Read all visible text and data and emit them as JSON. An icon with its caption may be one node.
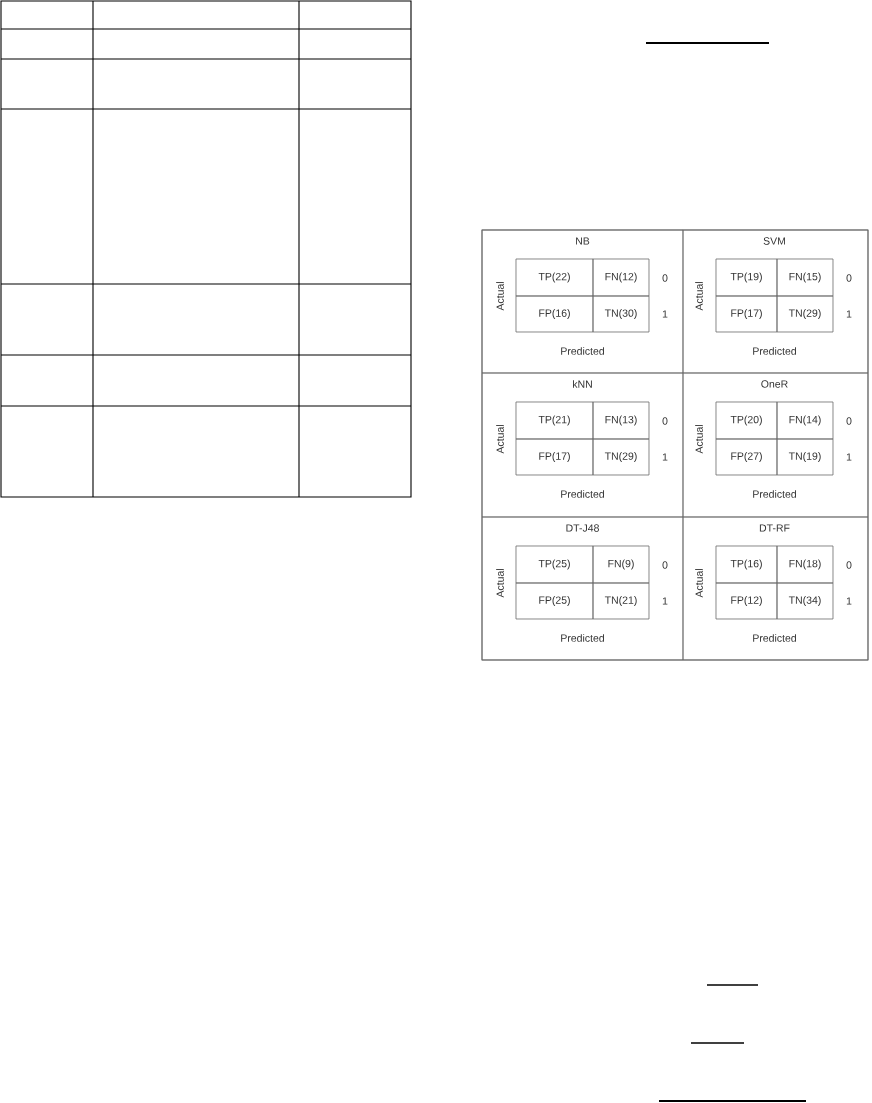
{
  "diagram": {
    "nodes": [
      {
        "text": [
          "NB",
          "Actual",
          "0",
          "1",
          "Predicted"
        ]
      },
      {
        "text": [
          "TP(22)"
        ],
        "in": 0
      },
      {
        "text": [
          "FN(12)"
        ],
        "in": 0
      },
      {
        "text": [
          "FP(16)"
        ],
        "in": 0
      },
      {
        "text": [
          "TN(30)"
        ],
        "in": 0
      },
      {
        "text": [
          "SVM",
          "Actual",
          "0",
          "1",
          "Predicted"
        ]
      },
      {
        "text": [
          "TP(19)"
        ],
        "in": 5
      },
      {
        "text": [
          "FN(15)"
        ],
        "in": 5
      },
      {
        "text": [
          "FP(17)"
        ],
        "in": 5
      },
      {
        "text": [
          "TN(29)"
        ],
        "in": 5
      },
      {
        "text": [
          "kNN",
          "Actual",
          "0",
          "1",
          "Predicted"
        ]
      },
      {
        "text": [
          "TP(21)"
        ],
        "in": 10
      },
      {
        "text": [
          "FN(13)"
        ],
        "in": 10
      },
      {
        "text": [
          "FP(17)"
        ],
        "in": 10
      },
      {
        "text": [
          "TN(29)"
        ],
        "in": 10
      },
      {
        "text": [
          "OneR",
          "Actual",
          "0",
          "1",
          "Predicted"
        ]
      },
      {
        "text": [
          "TP(20)"
        ],
        "in": 15
      },
      {
        "text": [
          "FN(14)"
        ],
        "in": 15
      },
      {
        "text": [
          "FP(27)"
        ],
        "in": 15
      },
      {
        "text": [
          "TN(19)"
        ],
        "in": 15
      },
      {
        "text": [
          "DT-J48",
          "Actual",
          "0",
          "1",
          "Predicted"
        ]
      },
      {
        "text": [
          "TP(25)"
        ],
        "in": 20
      },
      {
        "text": [
          "FN(9)"
        ],
        "in": 20
      },
      {
        "text": [
          "FP(25)"
        ],
        "in": 20
      },
      {
        "text": [
          "TN(21)"
        ],
        "in": 20
      },
      {
        "text": [
          "DT-RF",
          "Actual",
          "0",
          "1",
          "Predicted"
        ]
      },
      {
        "text": [
          "TP(16)"
        ],
        "in": 25
      },
      {
        "text": [
          "FN(18)"
        ],
        "in": 25
      },
      {
        "text": [
          "FP(12)"
        ],
        "in": 25
      },
      {
        "text": [
          "TN(34)"
        ],
        "in": 25
      }
    ]
  }
}
